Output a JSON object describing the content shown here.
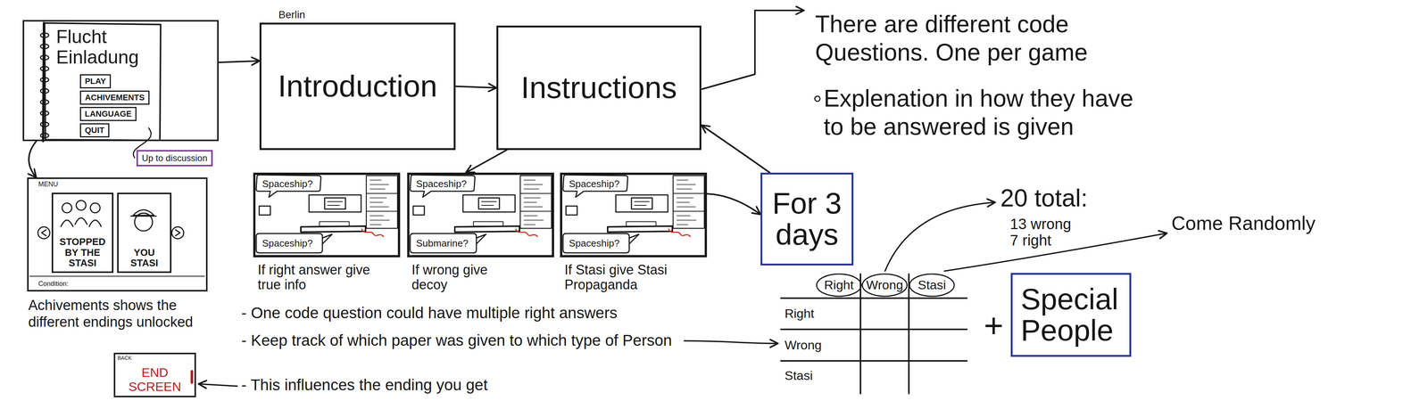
{
  "diagram": {
    "nodes": [
      {
        "text": [
          "Flucht Einladung"
        ]
      },
      {
        "text": [
          "PLAY"
        ],
        "in": 0
      },
      {
        "text": [
          "ACHIVEMENTS"
        ],
        "in": 0
      },
      {
        "text": [
          "LANGUAGE"
        ],
        "in": 0
      },
      {
        "text": [
          "QUIT"
        ],
        "in": 0
      },
      {
        "text": [
          "Up to discussion"
        ]
      },
      {
        "text": [
          "Berlin",
          "Introduction"
        ]
      },
      {
        "text": [
          "Instructions"
        ]
      },
      {
        "text": [
          "MENU",
          "Condition:"
        ]
      },
      {
        "text": [
          "STOPPED BY THE STASI"
        ],
        "in": 8
      },
      {
        "text": [
          "YOU STASI"
        ],
        "in": 8
      },
      {
        "text": [
          "Spaceship?",
          "Spaceship?",
          "If right answer give true info"
        ]
      },
      {
        "text": [
          "Spaceship?",
          "Submarine?",
          "If wrong give decoy"
        ]
      },
      {
        "text": [
          "Spaceship?",
          "Spaceship?",
          "If Stasi give Stasi Propaganda"
        ]
      },
      {
        "text": [
          "For 3 days"
        ]
      },
      {
        "text": [
          "Special People"
        ]
      },
      {
        "text": [
          "BACK",
          "END SCREEN"
        ]
      }
    ],
    "edges": [
      {
        "from": 0,
        "to": 6,
        "arrow": "to"
      },
      {
        "from": 6,
        "to": 7,
        "arrow": "to"
      },
      {
        "from": 7,
        "to": 12,
        "arrow": "to"
      },
      {
        "from": 0,
        "to": 8,
        "arrow": "to"
      },
      {
        "from": 13,
        "to": 14,
        "arrow": "to"
      },
      {
        "from": 14,
        "to": 7,
        "arrow": "to"
      }
    ],
    "labels": [
      "There are different code Questions. One per game",
      "Explenation in how they have to be answered is given",
      "Achivements shows the different endings unlocked",
      "- One code question could have multiple right answers",
      "- Keep track of which paper was given to which type of Person",
      "- This influences the ending you get",
      "20 total:",
      "13 wrong",
      "7 right",
      "Come Randomly",
      "Right",
      "Wrong",
      "Stasi",
      "Right",
      "Wrong",
      "Stasi",
      "+"
    ]
  }
}
